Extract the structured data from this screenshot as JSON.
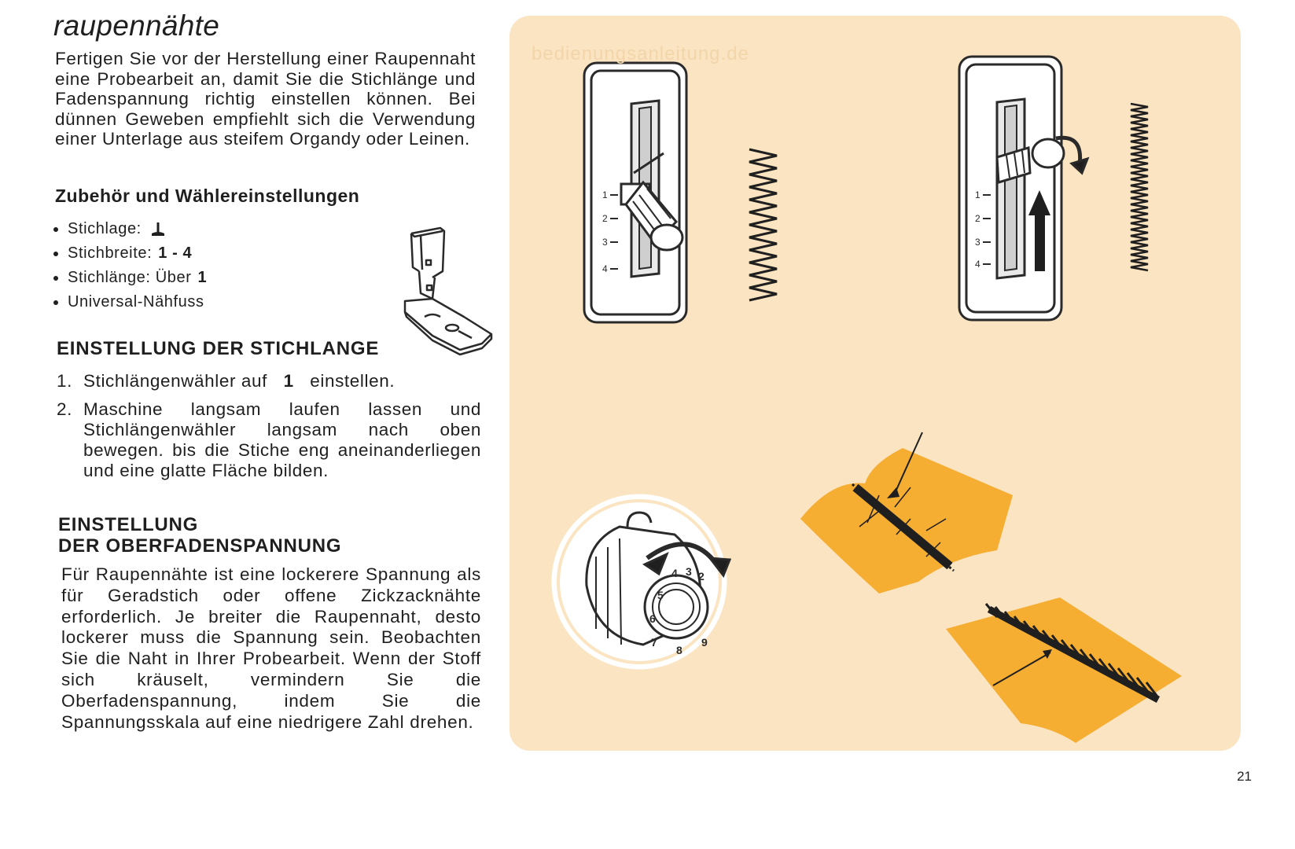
{
  "page": {
    "title": "raupennähte",
    "intro": "Fertigen Sie vor der Herstellung einer Raupennaht eine Probearbeit an, damit Sie die Stichlänge und Fadenspannung richtig einstellen können. Bei dünnen Geweben empfiehlt sich die Verwendung einer Unterlage aus steifem Organdy oder Leinen.",
    "accessories_heading": "Zubehör und Wählereinstellungen",
    "settings": [
      {
        "label": "Stichlage:",
        "value": ""
      },
      {
        "label": "Stichbreite:",
        "value": "1 - 4"
      },
      {
        "label": "Stichlänge: Über",
        "value": "1"
      },
      {
        "label": "Universal-Nähfuss",
        "value": ""
      }
    ],
    "stitch_length_heading": "EINSTELLUNG DER STICHLANGE",
    "steps": [
      {
        "num": "1.",
        "pre": "Stichlängenwähler auf",
        "bold": "1",
        "post": "einstellen."
      },
      {
        "num": "2.",
        "pre": "Maschine langsam laufen lassen und Stichlängenwähler langsam nach oben bewegen. bis die Stiche eng aneinanderliegen und eine glatte Fläche bilden.",
        "bold": "",
        "post": ""
      }
    ],
    "tension_heading_1": "EINSTELLUNG",
    "tension_heading_2": "DER OBERFADENSPANNUNG",
    "tension_text": "Für Raupennähte ist eine lockerere Spannung als für Geradstich oder offene Zickzacknähte erforderlich. Je breiter die Raupennaht, desto lockerer muss die Spannung sein. Beobachten Sie die Naht in Ihrer Probearbeit. Wenn der Stoff sich kräuselt, vermindern Sie die Oberfadenspannung, indem Sie die Spannungsskala auf eine niedrigere Zahl drehen.",
    "page_number": "21",
    "watermark": "bedienungsanleitung.de"
  },
  "illustration": {
    "dial_scale_labels": [
      "1",
      "2",
      "3",
      "4"
    ],
    "tension_dial_labels": [
      "2",
      "3",
      "4",
      "5",
      "6",
      "7",
      "8",
      "9"
    ],
    "colors": {
      "panel_bg": "#fbe4c1",
      "fabric": "#f5ad32",
      "ink": "#1f1f1f",
      "outline": "#2a2a2a"
    }
  }
}
